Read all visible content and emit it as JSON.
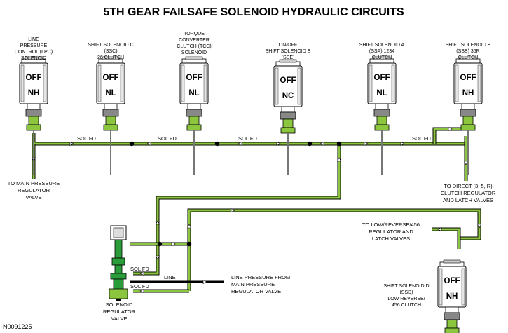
{
  "title": "5TH GEAR FAILSAFE SOLENOID HYDRAULIC CIRCUITS",
  "figure_code": "N0091225",
  "colors": {
    "fluid_green": "#8cc63f",
    "solenoid_green": "#2a9d3a",
    "line_black": "#000000"
  },
  "solenoids": [
    {
      "label_lines": [
        "LINE",
        "PRESSURE",
        "CONTROL (LPC)",
        "SOLENOID"
      ],
      "state_top": "OFF",
      "state_bottom": "NH"
    },
    {
      "label_lines": [
        "SHIFT SOLENOID C",
        "(SSC)",
        "26 CLUTCH"
      ],
      "state_top": "OFF",
      "state_bottom": "NL"
    },
    {
      "label_lines": [
        "TORQUE",
        "CONVERTER",
        "CLUTCH (TCC)",
        "SOLENOID"
      ],
      "state_top": "OFF",
      "state_bottom": "NL"
    },
    {
      "label_lines": [
        "ON/OFF",
        "SHIFT SOLENOID E",
        "(SSE)"
      ],
      "state_top": "OFF",
      "state_bottom": "NC"
    },
    {
      "label_lines": [
        "SHIFT SOLENOID A",
        "(SSA) 1234",
        "CLUTCH"
      ],
      "state_top": "OFF",
      "state_bottom": "NL"
    },
    {
      "label_lines": [
        "SHIFT SOLENOID B",
        "(SSB) 35R",
        "CLUTCH"
      ],
      "state_top": "OFF",
      "state_bottom": "NH"
    },
    {
      "label_lines": [
        "SHIFT SOLENOID D",
        "(SSD)",
        "LOW REVERSE/",
        "456 CLUTCH"
      ],
      "state_top": "OFF",
      "state_bottom": "NH"
    }
  ],
  "line_labels": [
    "SOL FD",
    "SOL FD",
    "SOL FD",
    "SOL FD",
    "SOL FD",
    "SOL FD"
  ],
  "line_text": "LINE",
  "destinations": {
    "main_regulator": [
      "TO MAIN PRESSURE",
      "REGULATOR",
      "VALVE"
    ],
    "direct_clutch": [
      "TO DIRECT (3, 5, R)",
      "CLUTCH REGULATOR",
      "AND LATCH VALVES"
    ],
    "low_reverse": [
      "TO LOW/REVERSE/456",
      "REGULATOR AND",
      "LATCH VALVES"
    ],
    "line_pressure_from": [
      "LINE PRESSURE FROM",
      "MAIN PRESSURE",
      "REGULATOR VALVE"
    ],
    "solenoid_regulator": [
      "SOLENOID",
      "REGULATOR",
      "VALVE"
    ]
  }
}
